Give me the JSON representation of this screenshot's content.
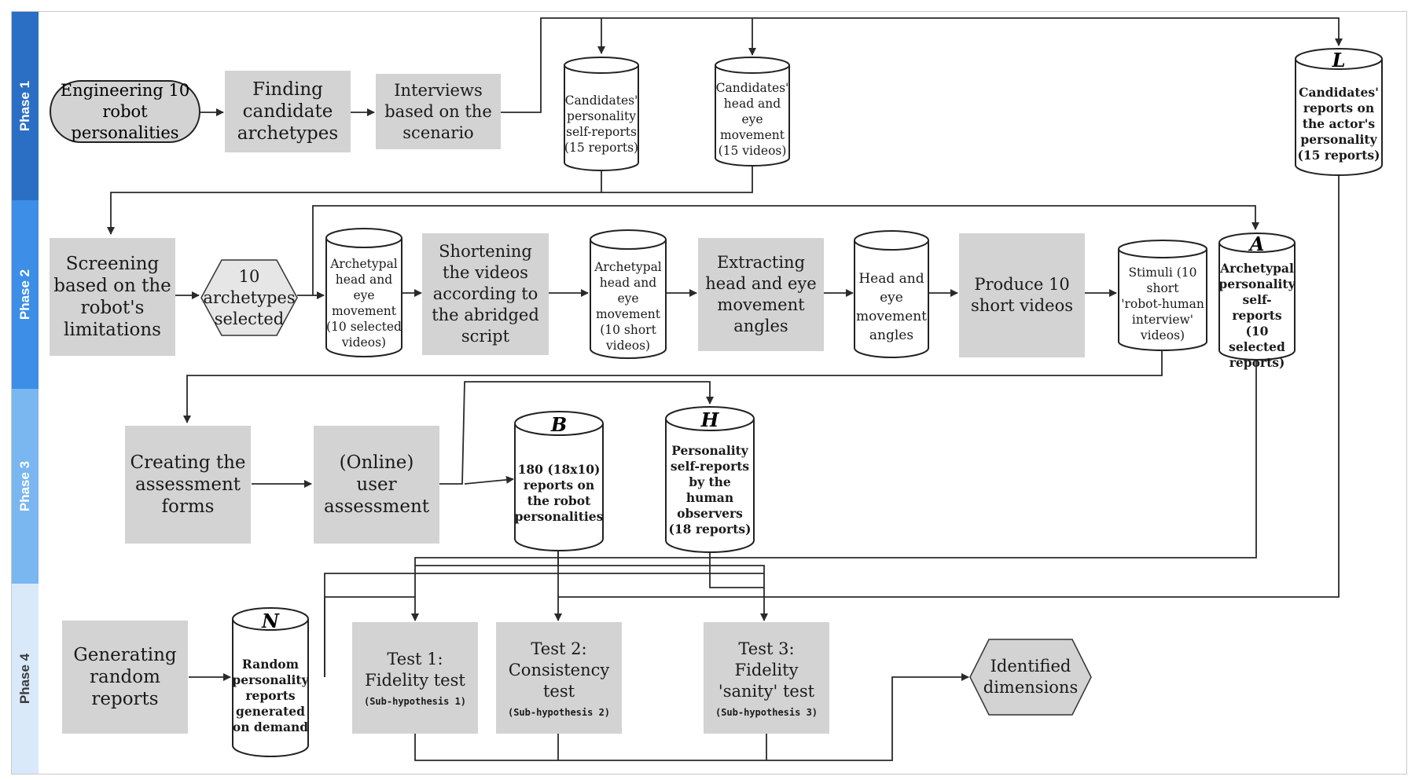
{
  "phases": [
    {
      "label": "Phase 1",
      "color": "#2b6fc4",
      "text_color": "#ffffff"
    },
    {
      "label": "Phase 2",
      "color": "#3d8ee6",
      "text_color": "#ffffff"
    },
    {
      "label": "Phase 3",
      "color": "#7ab6f0",
      "text_color": "#ffffff"
    },
    {
      "label": "Phase 4",
      "color": "#d9e9fa",
      "text_color": "#3a3a3a"
    }
  ],
  "phase1": {
    "start": "Engineering 10\nrobot personalities",
    "finding": "Finding\ncandidate\narchetypes",
    "interviews": "Interviews\nbased on the\nscenario",
    "db_self_reports": "Candidates'\npersonality\nself-reports\n(15 reports)",
    "db_head_eye": "Candidates'\nhead and\neye\nmovement\n(15 videos)",
    "db_L_letter": "L",
    "db_L": "Candidates'\nreports on\nthe actor's\npersonality\n(15 reports)"
  },
  "phase2": {
    "screening": "Screening\nbased on the\nrobot's\nlimitations",
    "archetypes": "10\narchetypes\nselected",
    "db_arch_head_eye": "Archetypal\nhead and\neye\nmovement\n(10 selected\nvideos)",
    "shortening": "Shortening\nthe videos\naccording to\nthe abridged\nscript",
    "db_arch_short": "Archetypal\nhead and\neye\nmovement\n(10 short\nvideos)",
    "extracting": "Extracting\nhead and eye\nmovement\nangles",
    "db_angles": "Head and\neye\nmovement\nangles",
    "produce": "Produce 10\nshort videos",
    "db_stimuli": "Stimuli (10\nshort\n'robot-human\ninterview'\nvideos)",
    "db_A_letter": "A",
    "db_A": "Archetypal\npersonality\nself-reports\n(10\nselected\nreports)"
  },
  "phase3": {
    "creating": "Creating the\nassessment\nforms",
    "online": "(Online)\nuser\nassessment",
    "db_B_letter": "B",
    "db_B": "180 (18x10)\nreports on\nthe robot\npersonalities",
    "db_H_letter": "H",
    "db_H": "Personality\nself-reports\nby the\nhuman\nobservers\n(18 reports)"
  },
  "phase4": {
    "generating": "Generating\nrandom\nreports",
    "db_N_letter": "N",
    "db_N": "Random\npersonality\nreports\ngenerated\non demand",
    "test1": "Test 1:\nFidelity test",
    "test1_sub": "(Sub-hypothesis 1)",
    "test2": "Test 2:\nConsistency\ntest",
    "test2_sub": "(Sub-hypothesis 2)",
    "test3": "Test 3:\nFidelity\n'sanity' test",
    "test3_sub": "(Sub-hypothesis 3)",
    "identified": "Identified\ndimensions"
  },
  "colors": {
    "box_fill": "#d3d3d3",
    "line": "#2a2a2a",
    "hex_fill_light": "#e6e6e6"
  }
}
